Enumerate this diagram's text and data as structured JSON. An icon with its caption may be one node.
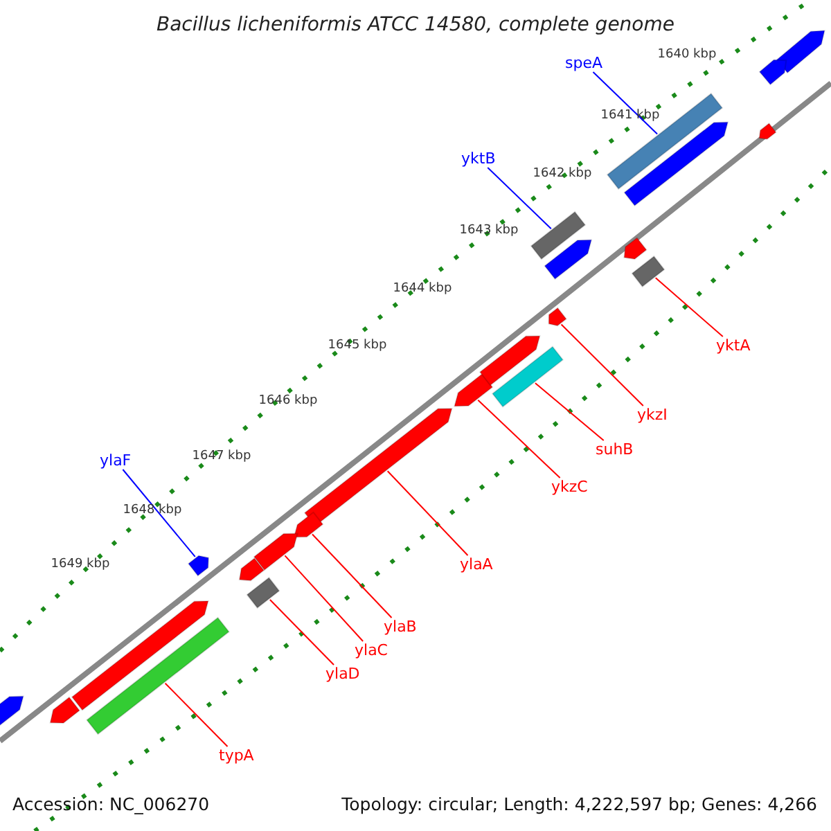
{
  "diagram": {
    "title": "Bacillus licheniformis ATCC 14580, complete genome",
    "nodes": [
      {
        "text": [
          "speA"
        ]
      },
      {
        "text": [],
        "shape": "bar"
      },
      {
        "text": [
          "yktB"
        ]
      },
      {
        "text": [],
        "shape": "bar"
      },
      {
        "text": [
          "ylaF"
        ]
      },
      {
        "text": [],
        "shape": "bar"
      },
      {
        "text": [
          "yktA"
        ]
      },
      {
        "text": [],
        "shape": "bar"
      },
      {
        "text": [
          "ykzI"
        ]
      },
      {
        "text": [],
        "shape": "bar"
      },
      {
        "text": [
          "suhB"
        ]
      },
      {
        "text": [],
        "shape": "bar"
      },
      {
        "text": [
          "ykzC"
        ]
      },
      {
        "text": [],
        "shape": "bar"
      },
      {
        "text": [
          "ylaA"
        ]
      },
      {
        "text": [],
        "shape": "bar"
      },
      {
        "text": [
          "ylaB"
        ]
      },
      {
        "text": [],
        "shape": "bar"
      },
      {
        "text": [
          "ylaC"
        ]
      },
      {
        "text": [],
        "shape": "bar"
      },
      {
        "text": [
          "ylaD"
        ]
      },
      {
        "text": [],
        "shape": "bar"
      },
      {
        "text": [
          "typA"
        ]
      },
      {
        "text": [],
        "shape": "bar"
      },
      {
        "text": [],
        "shape": "bar"
      },
      {
        "text": [],
        "shape": "bar"
      },
      {
        "text": [],
        "shape": "bar"
      },
      {
        "text": [],
        "shape": "bar"
      },
      {
        "text": [],
        "shape": "bar"
      },
      {
        "text": [],
        "shape": "bar"
      },
      {
        "text": [],
        "shape": "bar"
      },
      {
        "text": [],
        "shape": "bar"
      },
      {
        "text": [],
        "shape": "bar"
      },
      {
        "text": [],
        "shape": "bar"
      },
      {
        "text": [],
        "shape": "bar"
      }
    ],
    "edges": [
      {
        "from": 0,
        "to": 1,
        "arrow": "none",
        "color": "#0000ff"
      },
      {
        "from": 2,
        "to": 3,
        "arrow": "none",
        "color": "#0000ff"
      },
      {
        "from": 4,
        "to": 5,
        "arrow": "none",
        "color": "#0000ff"
      },
      {
        "from": 6,
        "to": 7,
        "arrow": "none"
      },
      {
        "from": 8,
        "to": 9,
        "arrow": "none"
      },
      {
        "from": 10,
        "to": 11,
        "arrow": "none"
      },
      {
        "from": 12,
        "to": 13,
        "arrow": "none"
      },
      {
        "from": 14,
        "to": 15,
        "arrow": "none"
      },
      {
        "from": 16,
        "to": 17,
        "arrow": "none"
      },
      {
        "from": 18,
        "to": 19,
        "arrow": "none"
      },
      {
        "from": 20,
        "to": 21,
        "arrow": "none"
      },
      {
        "from": 22,
        "to": 23,
        "arrow": "none"
      }
    ],
    "labels": [
      "1640 kbp",
      "1641 kbp",
      "1642 kbp",
      "1643 kbp",
      "1644 kbp",
      "1645 kbp",
      "1646 kbp",
      "1647 kbp",
      "1648 kbp",
      "1649 kbp",
      "Accession: NC_006270",
      "Topology: circular; Length: 4,222,597 bp; Genes: 4,266"
    ]
  }
}
